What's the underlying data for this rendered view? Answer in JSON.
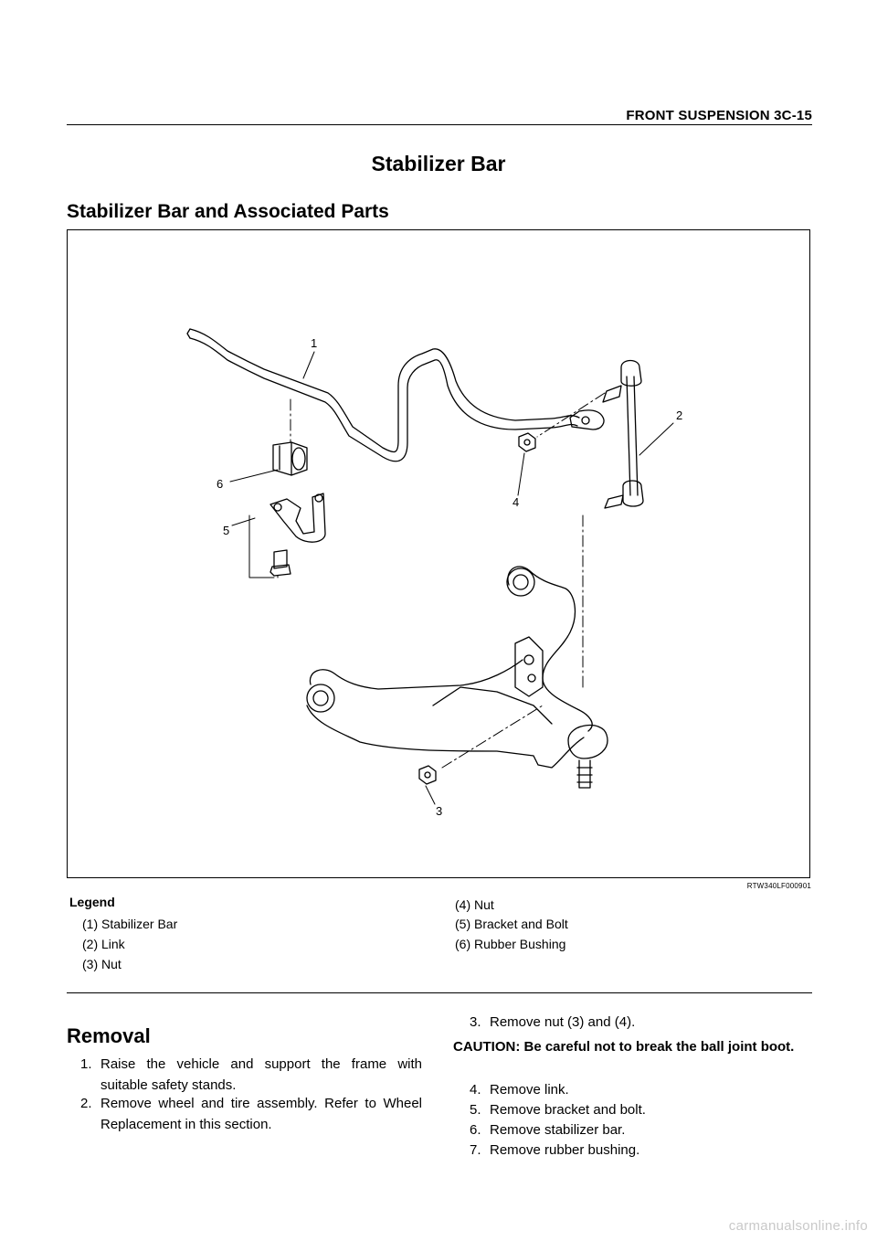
{
  "header": {
    "running_head": "FRONT SUSPENSION  3C-15"
  },
  "title": "Stabilizer Bar",
  "section_title": "Stabilizer Bar and Associated Parts",
  "figure": {
    "code": "RTW340LF000901",
    "callouts": [
      "1",
      "2",
      "3",
      "4",
      "5",
      "6"
    ]
  },
  "legend": {
    "heading": "Legend",
    "items": [
      "(1) Stabilizer Bar",
      "(2) Link",
      "(3) Nut",
      "(4) Nut",
      "(5) Bracket and Bolt",
      "(6) Rubber Bushing"
    ]
  },
  "removal": {
    "heading": "Removal",
    "steps": [
      {
        "num": "1.",
        "lines": [
          "Raise the vehicle and support the frame with",
          "suitable safety stands."
        ]
      },
      {
        "num": "2.",
        "lines": [
          "Remove wheel and tire assembly. Refer to Wheel",
          "Replacement in this section."
        ]
      },
      {
        "num": "3.",
        "lines": [
          "Remove nut (3) and (4)."
        ]
      },
      {
        "num": "4.",
        "lines": [
          "Remove link."
        ]
      },
      {
        "num": "5.",
        "lines": [
          "Remove bracket and bolt."
        ]
      },
      {
        "num": "6.",
        "lines": [
          "Remove stabilizer bar."
        ]
      },
      {
        "num": "7.",
        "lines": [
          "Remove rubber bushing."
        ]
      }
    ],
    "caution": "CAUTION: Be careful not to break the ball joint boot."
  },
  "watermark": "carmanualsonline.info"
}
